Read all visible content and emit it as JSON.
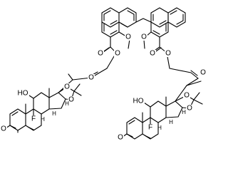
{
  "atoms": {
    "o_methoxy_left": "O",
    "o_methoxy_right": "O",
    "o_ester_carbonyl_left": "O",
    "o_ester_link_left": "O",
    "o_ester_carbonyl_right": "O",
    "o_ester_link_right": "O",
    "o_ketone_left": "O",
    "o_ketone_right": "O",
    "o_acetal_a_left": "O",
    "o_acetal_b_left": "O",
    "o_acetal_a_right": "O",
    "o_acetal_b_right": "O",
    "oh_left": "HO",
    "oh_right": "HO",
    "f_left": "F",
    "f_right": "F",
    "o_enone_left": "O",
    "o_enone_right": "O",
    "h_left_8": "H",
    "h_left_14": "H",
    "h_left_16": "H",
    "h_right_8": "H",
    "h_right_14": "H",
    "h_right_16": "H"
  }
}
